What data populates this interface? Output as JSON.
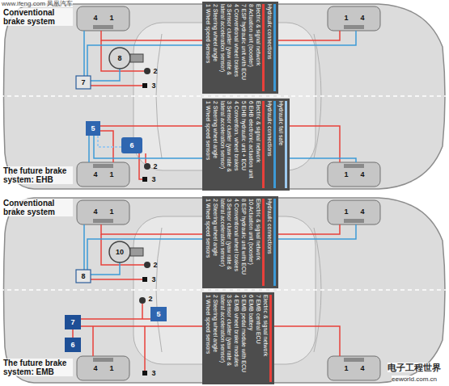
{
  "diagram": {
    "nodes": [
      {
        "text": [
          "Conventional brake system"
        ]
      },
      {
        "text": [
          "The future brake system: EHB"
        ]
      },
      {
        "text": [
          "Conventional brake system"
        ]
      },
      {
        "text": [
          "The future brake system: EMB"
        ]
      }
    ],
    "labels": [
      "www.ifeng.com 凤凰汽车",
      "1 Wheel speed sensors",
      "2 Steering wheel angle",
      "3 Sensor cluster (yaw rate & lateral acceleration sensor)",
      "4 Conventional wheel brakes",
      "7 ESP hydraulic unit with ECU",
      "8 Actuation unit (booster)",
      "4",
      "1",
      "8",
      "7",
      "2",
      "3",
      "1",
      "4",
      "1 Wheel speed sensors",
      "2 Steering wheel angle",
      "3 Sensor cluster (yaw rate & lateral acceleration sensor)",
      "4 Convention. wheel brakes",
      "5 EHB hydraulic unit + ECU",
      "6 EHB electronic actuation unit",
      "5",
      "6",
      "2",
      "3",
      "4",
      "1",
      "1",
      "4",
      "1 Wheel speed sensors",
      "2 Steering wheel angle",
      "3 Sensor cluster (yaw rate & lateral acceleration sensor)",
      "4 Conventional wheel brakes",
      "8 ESP hydraulic unit with ECU",
      "10 Actuation unit (booster)",
      "4",
      "1",
      "10",
      "8",
      "2",
      "3",
      "1",
      "4",
      "1 Wheel speed sensors",
      "2 Steering wheel angle",
      "3 Sensor cluster (yaw rate & lateral acceleration sensor)",
      "4 EMB wheel brake modules",
      "5 EMB pedal module with ECU",
      "6 EMB battery",
      "7 EMB central ECU",
      "7",
      "6",
      "5",
      "2",
      "3",
      "4",
      "1",
      "1",
      "4",
      "电子工程世界",
      "eeworld.com.cn"
    ],
    "legend": [
      {
        "text": "Electric & signal network",
        "color": "#e8403a"
      },
      {
        "text": "Hydraulic connections",
        "color": "#3d9ad6"
      },
      {
        "text": "Electric & signal network",
        "color": "#e8403a"
      },
      {
        "text": "Hydraulic connections",
        "color": "#3d9ad6"
      },
      {
        "text": "Hydraulic fail safe",
        "color": "#9cc9ee"
      },
      {
        "text": "Electric & signal network",
        "color": "#e8403a"
      },
      {
        "text": "Hydraulic connections",
        "color": "#3d9ad6"
      },
      {
        "text": "Electric & signal network",
        "color": "#e8403a"
      }
    ]
  }
}
